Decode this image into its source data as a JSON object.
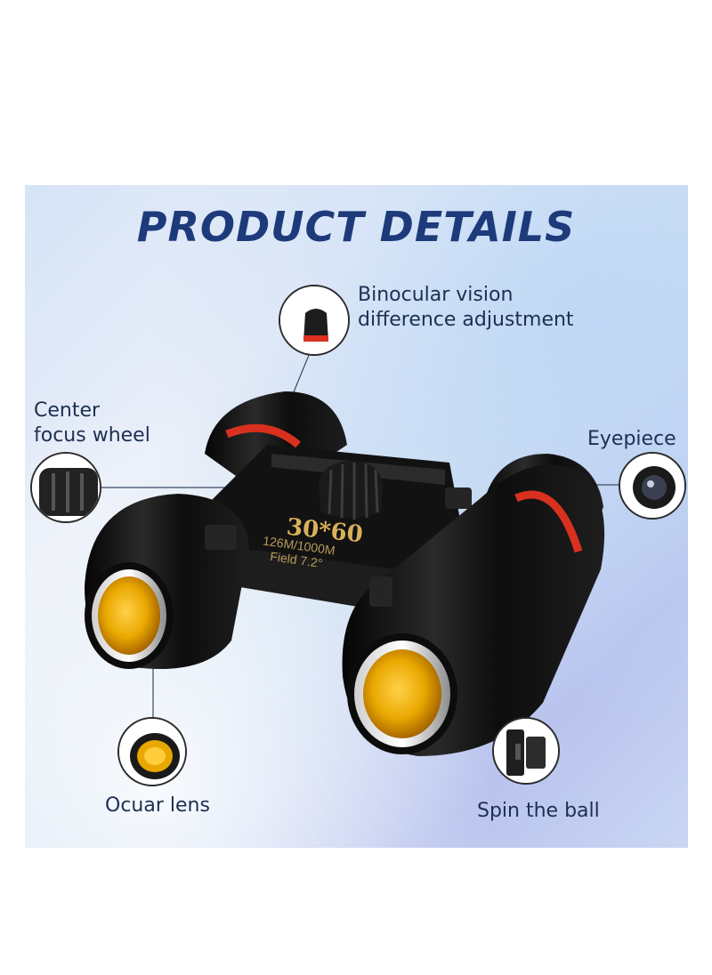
{
  "title": "PRODUCT DETAILS",
  "labels": {
    "binocular_vision_line1": "Binocular vision",
    "binocular_vision_line2": "difference adjustment",
    "center_focus_line1": "Center",
    "center_focus_line2": "focus wheel",
    "eyepiece": "Eyepiece",
    "ocular_lens": "Ocuar lens",
    "spin_the_ball": "Spin the ball"
  },
  "product_markings": {
    "model": "30*60",
    "field_line1": "126M/1000M",
    "field_line2": "Field 7.2°"
  },
  "colors": {
    "title": "#1d3b7a",
    "body": "#111111",
    "accent_ring": "#d9301f",
    "lens": "#e9a800",
    "model_text": "#d9b15a"
  }
}
